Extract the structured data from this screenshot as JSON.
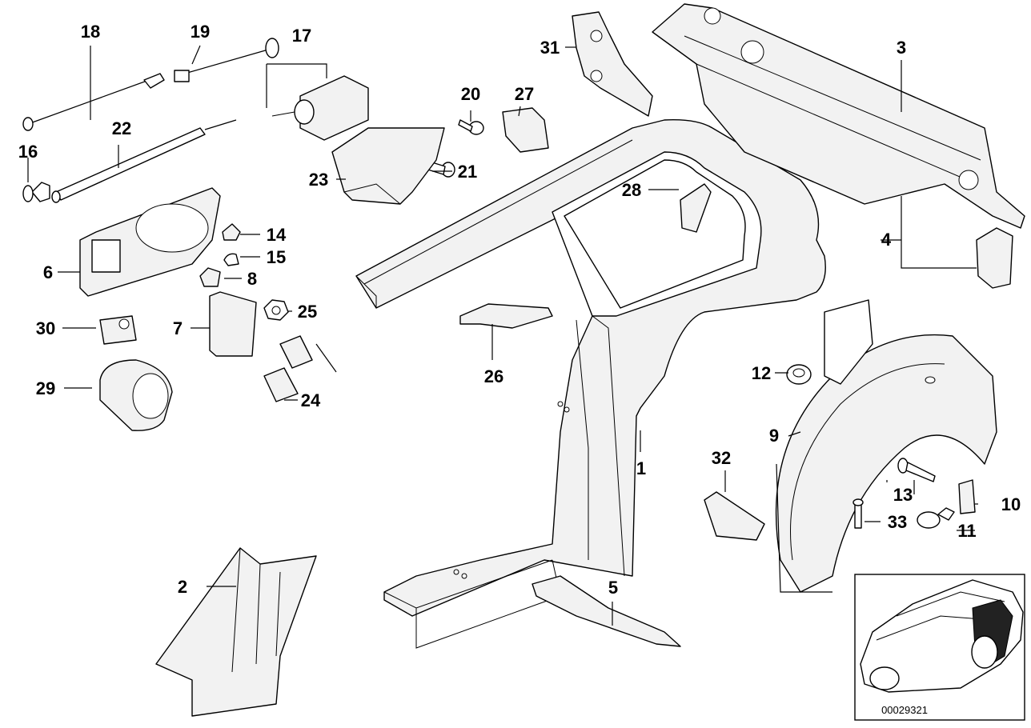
{
  "diagram": {
    "reference_number": "00029321",
    "callouts": [
      "1",
      "2",
      "3",
      "4",
      "5",
      "6",
      "7",
      "8",
      "9",
      "10",
      "11",
      "12",
      "13",
      "14",
      "15",
      "16",
      "17",
      "18",
      "19",
      "20",
      "21",
      "22",
      "23",
      "24",
      "25",
      "26",
      "27",
      "28",
      "29",
      "30",
      "31",
      "32",
      "33"
    ]
  }
}
